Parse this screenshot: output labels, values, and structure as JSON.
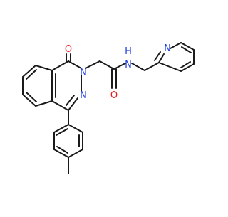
{
  "molecule": {
    "atoms": {
      "O_carbonyl_ring": "O",
      "N_ring_2": "N",
      "N_ring_3": "N",
      "O_amide": "O",
      "N_amide": "N",
      "H_amide": "H",
      "N_pyridine": "N"
    },
    "colors": {
      "bond": "#1a1a1a",
      "oxygen": "#e8191c",
      "nitrogen": "#1f3fe0",
      "background": "#ffffff"
    }
  }
}
